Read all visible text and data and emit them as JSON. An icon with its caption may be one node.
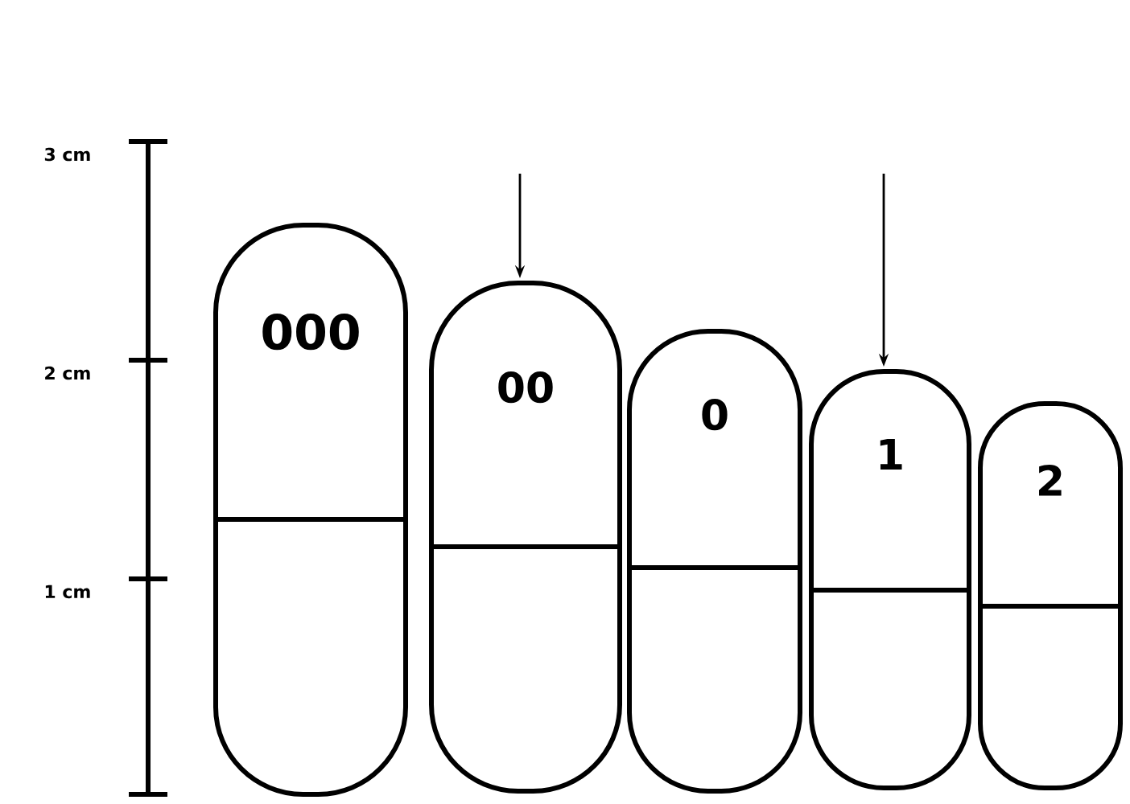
{
  "diagram": {
    "nodes": [
      {
        "text": [
          "000"
        ]
      },
      {
        "text": [
          "00"
        ]
      },
      {
        "text": [
          "0"
        ]
      },
      {
        "text": [
          "1"
        ]
      },
      {
        "text": [
          "2"
        ]
      }
    ],
    "edges": [
      {
        "from": null,
        "to": 1,
        "arrow": "to"
      },
      {
        "from": null,
        "to": 3,
        "arrow": "to"
      }
    ],
    "labels": [
      "3 cm",
      "2 cm",
      "1 cm"
    ]
  }
}
